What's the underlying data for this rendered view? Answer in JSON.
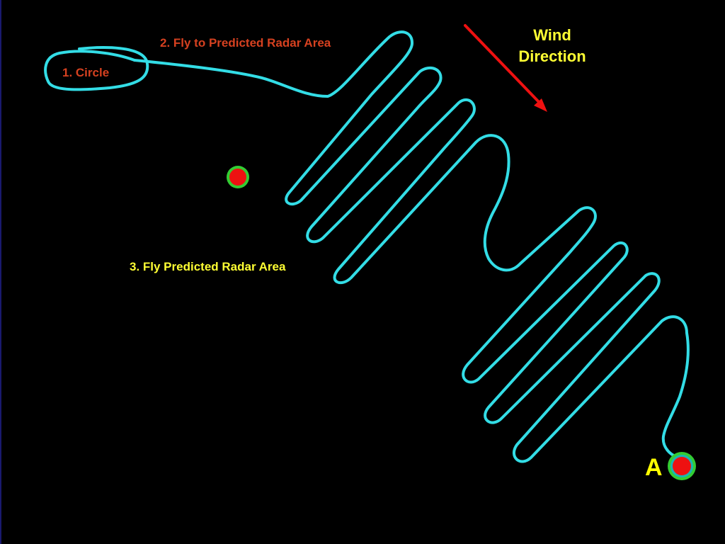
{
  "labels": {
    "step1": "1. Circle",
    "step2": "2. Fly to Predicted Radar Area",
    "step3": "3. Fly Predicted Radar Area",
    "wind_line1": "Wind",
    "wind_line2": "Direction",
    "end_marker": "A"
  },
  "colors": {
    "background": "#000000",
    "flight_path": "#33dde6",
    "wind_arrow": "#ee1111",
    "step_label_red": "#d64120",
    "step_label_yellow": "#ffff33",
    "marker_fill": "#ee1111",
    "marker_ring": "#33cc33"
  }
}
